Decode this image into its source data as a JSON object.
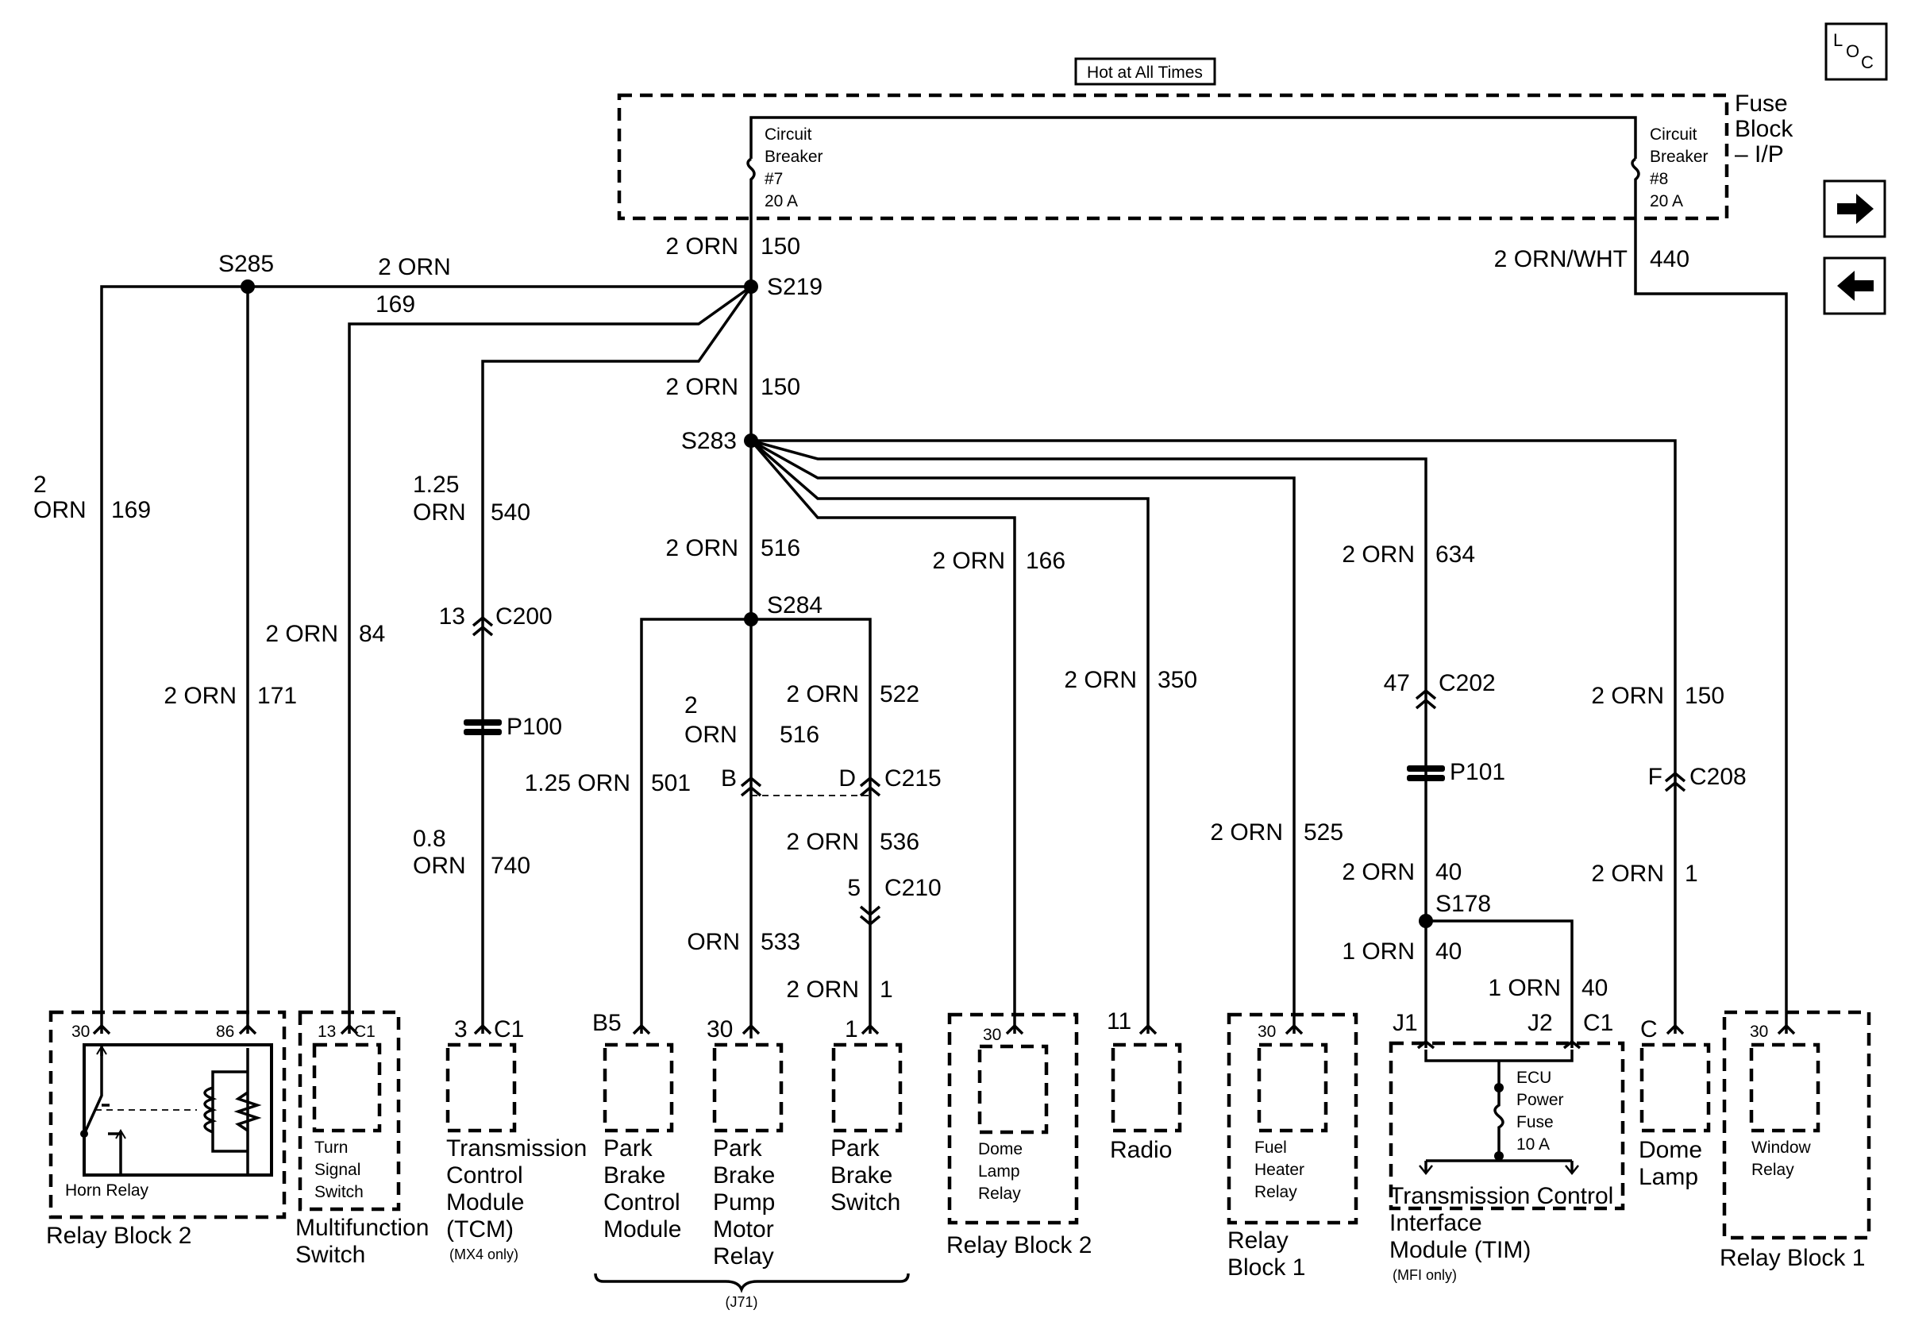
{
  "header": {
    "hot_label": "Hot at All Times",
    "loc_label": "LOC"
  },
  "nav": {
    "next_arrow": "right-arrow-icon",
    "prev_arrow": "left-arrow-icon"
  },
  "fuse_block": {
    "line1": "Fuse",
    "line2": "Block",
    "line3": "– I/P",
    "cb7": [
      "Circuit",
      "Breaker",
      "#7",
      "20 A"
    ],
    "cb8": [
      "Circuit",
      "Breaker",
      "#8",
      "20 A"
    ]
  },
  "splices": {
    "s285": "S285",
    "s219": "S219",
    "s283": "S283",
    "s284": "S284",
    "s178": "S178"
  },
  "wire_labels": {
    "w150_top": "2 ORN",
    "n150_top": "150",
    "w440": "2 ORN/WHT",
    "n440": "440",
    "w_s285": "2 ORN",
    "n169_upper": "169",
    "w150_mid": "2 ORN",
    "n150_mid": "150",
    "w169_a": "2",
    "w169_b": "ORN",
    "n169": "169",
    "w171": "2 ORN",
    "n171": "171",
    "w84": "2 ORN",
    "n84": "84",
    "w540_a": "1.25",
    "w540_b": "ORN",
    "n540": "540",
    "w740_a": "0.8",
    "w740_b": "ORN",
    "n740": "740",
    "w516_top": "2 ORN",
    "n516_top": "516",
    "w166": "2 ORN",
    "n166": "166",
    "w350": "2 ORN",
    "n350": "350",
    "w525": "2 ORN",
    "n525": "525",
    "w634": "2 ORN",
    "n634": "634",
    "w150_right": "2 ORN",
    "n150_right": "150",
    "w1_right": "2 ORN",
    "n1_right": "1",
    "w501": "1.25 ORN",
    "n501": "501",
    "w516_a": "2",
    "w516_b": "ORN",
    "n516": "516",
    "w522": "2 ORN",
    "n522": "522",
    "w536": "2 ORN",
    "n536": "536",
    "w533": "ORN",
    "n533": "533",
    "w1_brake": "2 ORN",
    "n1_brake": "1",
    "w40_a": "2 ORN",
    "n40_a": "40",
    "w40_b": "1 ORN",
    "n40_b": "40",
    "w40_c": "1 ORN",
    "n40_c": "40"
  },
  "connectors": {
    "c200_pin": "13",
    "c200": "C200",
    "p100": "P100",
    "c215_b": "B",
    "c215_d": "D",
    "c215": "C215",
    "c210_pin": "5",
    "c210": "C210",
    "c202_pin": "47",
    "c202": "C202",
    "p101": "P101",
    "c208_pin": "F",
    "c208": "C208"
  },
  "pins": {
    "relay2_30": "30",
    "relay2_86": "86",
    "turn_13": "13",
    "turn_c1": "C1",
    "tcm_3": "3",
    "tcm_c1": "C1",
    "b5": "B5",
    "pump_30": "30",
    "switch_1": "1",
    "dome_relay_30": "30",
    "radio_11": "11",
    "fuel_30": "30",
    "tim_j1": "J1",
    "tim_j2": "J2",
    "tim_c1": "C1",
    "dome_c": "C",
    "window_30": "30"
  },
  "components": {
    "horn_relay": "Horn Relay",
    "relay_block_2_left": "Relay Block 2",
    "turn_signal": [
      "Turn",
      "Signal",
      "Switch"
    ],
    "multifunction": [
      "Multifunction",
      "Switch"
    ],
    "tcm": [
      "Transmission",
      "Control",
      "Module",
      "(TCM)"
    ],
    "tcm_note": "(MX4 only)",
    "park_brake_control": [
      "Park",
      "Brake",
      "Control",
      "Module"
    ],
    "park_brake_pump": [
      "Park",
      "Brake",
      "Pump",
      "Motor",
      "Relay"
    ],
    "park_brake_switch": [
      "Park",
      "Brake",
      "Switch"
    ],
    "j71": "(J71)",
    "dome_lamp_relay": [
      "Dome",
      "Lamp",
      "Relay"
    ],
    "relay_block_2_mid": "Relay Block 2",
    "radio": "Radio",
    "fuel_heater": [
      "Fuel",
      "Heater",
      "Relay"
    ],
    "relay_block_1_mid": [
      "Relay",
      "Block 1"
    ],
    "ecu_fuse": [
      "ECU",
      "Power",
      "Fuse",
      "10 A"
    ],
    "tim": [
      "Transmission Control",
      "Interface",
      "Module (TIM)"
    ],
    "tim_note": "(MFI only)",
    "dome_lamp": [
      "Dome",
      "Lamp"
    ],
    "window_relay": [
      "Window",
      "Relay"
    ],
    "relay_block_1_right": "Relay Block 1"
  }
}
